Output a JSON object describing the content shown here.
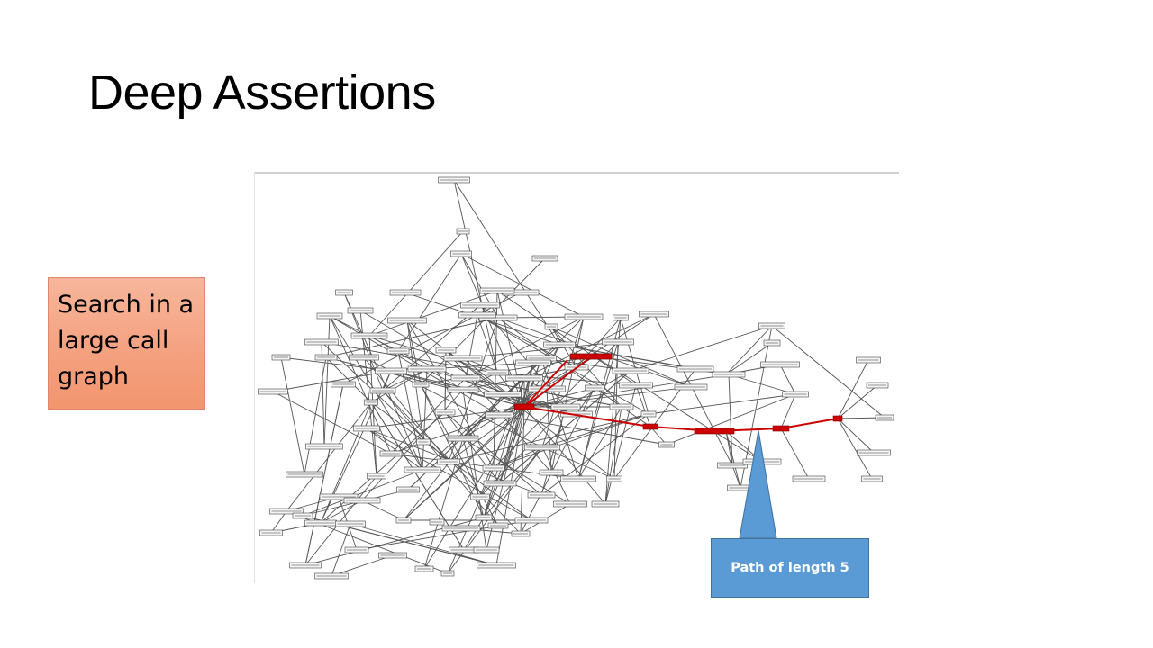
{
  "slide": {
    "title": "Deep Assertions"
  },
  "callout": {
    "text": "Search in a large call graph",
    "color": "#f4a07e"
  },
  "path_label": {
    "text": "Path of length 5",
    "color": "#5b9bd5"
  },
  "graph": {
    "edge_color": "#555555",
    "highlight_color": "#cc0000"
  }
}
